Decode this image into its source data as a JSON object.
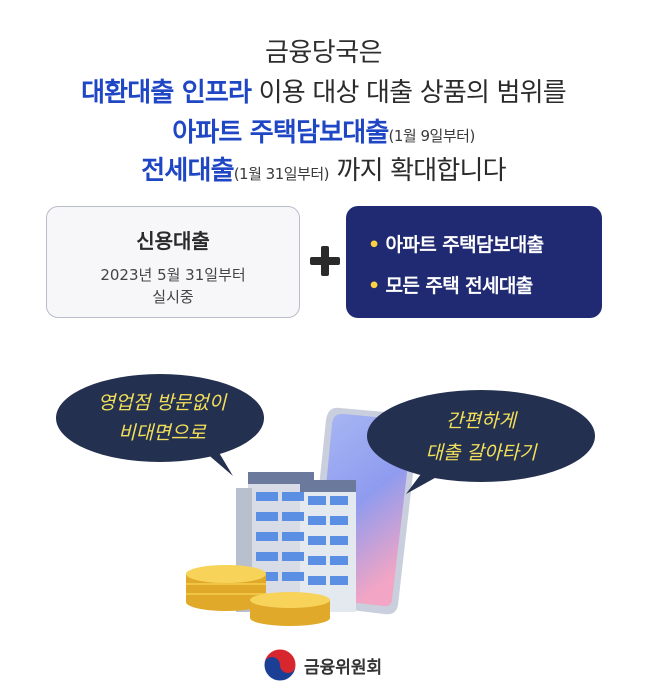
{
  "headline": {
    "line1": "금융당국은",
    "line2_highlight": "대환대출 인프라",
    "line2_rest": " 이용 대상 대출 상품의 범위를",
    "line3_highlight": "아파트 주택담보대출",
    "line3_note": "(1월 9일부터)",
    "line4_highlight": "전세대출",
    "line4_note": "(1월 31일부터)",
    "line4_rest": " 까지 확대합니다"
  },
  "current_box": {
    "title": "신용대출",
    "date": "2023년 5월 31일부터",
    "status": "실시중"
  },
  "new_box": {
    "items": [
      "아파트 주택담보대출",
      "모든 주택 전세대출"
    ]
  },
  "bubble_left": {
    "line1": "영업점 방문없이",
    "line2": "비대면으로"
  },
  "bubble_right": {
    "line1": "간편하게",
    "line2": "대출 갈아타기"
  },
  "footer": {
    "org": "금융위원회",
    "logo_icon": "taegeuk-icon"
  },
  "colors": {
    "accent": "#1f46c4",
    "navy": "#1f2a72",
    "bubble": "#24304f",
    "bubble_text": "#f3e05a"
  }
}
